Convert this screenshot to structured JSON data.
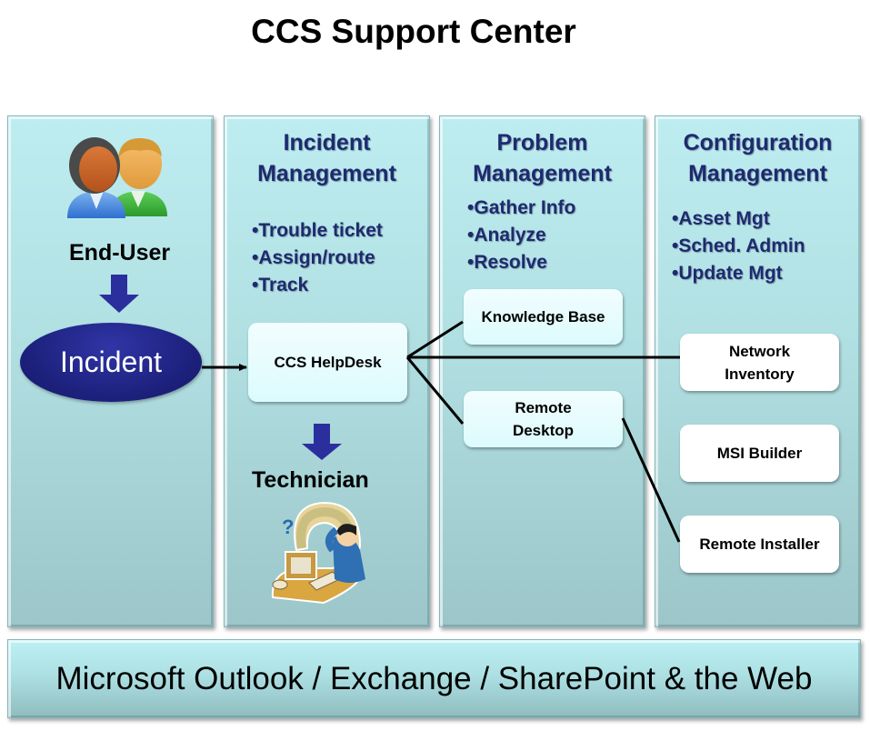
{
  "title": "CCS Support Center",
  "columns": {
    "end_user": {
      "label": "End-User",
      "incident": "Incident",
      "icon": "users-icon"
    },
    "incident_mgmt": {
      "heading_line1": "Incident",
      "heading_line2": "Management",
      "bullets": [
        "Trouble ticket",
        "Assign/route",
        "Track"
      ],
      "helpdesk": "CCS HelpDesk",
      "technician": "Technician",
      "icon": "technician-icon"
    },
    "problem_mgmt": {
      "heading_line1": "Problem",
      "heading_line2": "Management",
      "bullets": [
        "Gather Info",
        "Analyze",
        "Resolve"
      ],
      "knowledge_base": "Knowledge Base",
      "remote_desktop_line1": "Remote",
      "remote_desktop_line2": "Desktop"
    },
    "config_mgmt": {
      "heading_line1": "Configuration",
      "heading_line2": "Management",
      "bullets": [
        "Asset Mgt",
        "Sched. Admin",
        "Update Mgt"
      ],
      "network_inventory_line1": "Network",
      "network_inventory_line2": "Inventory",
      "msi_builder": "MSI Builder",
      "remote_installer": "Remote Installer"
    }
  },
  "footer": "Microsoft Outlook / Exchange / SharePoint & the Web",
  "colors": {
    "heading_text": "#1f2a6e",
    "incident_fill": "#1e227f",
    "arrow_fill": "#2b2f9e",
    "column_fill": "#b2e1e4"
  }
}
